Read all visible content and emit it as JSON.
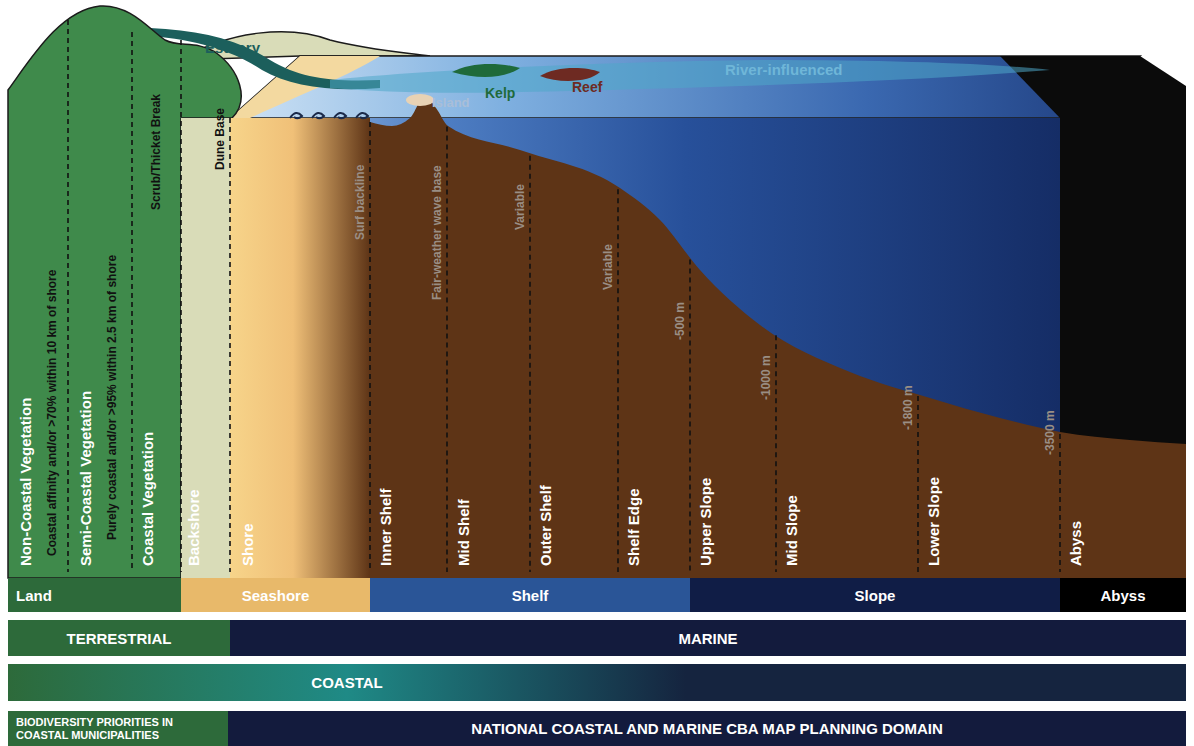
{
  "diagram": {
    "nodes": [
      {
        "text": [
          "Land"
        ]
      },
      {
        "text": [
          "Seashore"
        ]
      },
      {
        "text": [
          "Shelf"
        ]
      },
      {
        "text": [
          "Slope"
        ]
      },
      {
        "text": [
          "Abyss"
        ]
      },
      {
        "text": [
          "TERRESTRIAL"
        ]
      },
      {
        "text": [
          "MARINE"
        ]
      },
      {
        "text": [
          "COASTAL"
        ]
      },
      {
        "text": [
          "BIODIVERSITY PRIORITIES IN COASTAL MUNICIPALITIES"
        ]
      },
      {
        "text": [
          "NATIONAL COASTAL AND MARINE CBA MAP PLANNING DOMAIN"
        ]
      }
    ],
    "labels": [
      "Estuary",
      "River-influenced",
      "Island",
      "Kelp",
      "Reef",
      "Non-Coastal Vegetation",
      "Coastal affinity and/or >70% within 10 km of shore",
      "Semi-Coastal Vegetation",
      "Purely coastal and/or >95% within 2.5 km of shore",
      "Coastal Vegetation",
      "Scrub/Thicket Break",
      "Backshore",
      "Dune Base",
      "Shore",
      "Surf backline",
      "Inner Shelf",
      "Fair-weather wave base",
      "Mid Shelf",
      "Variable",
      "Outer Shelf",
      "Variable",
      "Shelf Edge",
      "-500 m",
      "Upper Slope",
      "-1000 m",
      "Mid Slope",
      "-1800 m",
      "Lower Slope",
      "-3500 m",
      "Abyss"
    ]
  }
}
